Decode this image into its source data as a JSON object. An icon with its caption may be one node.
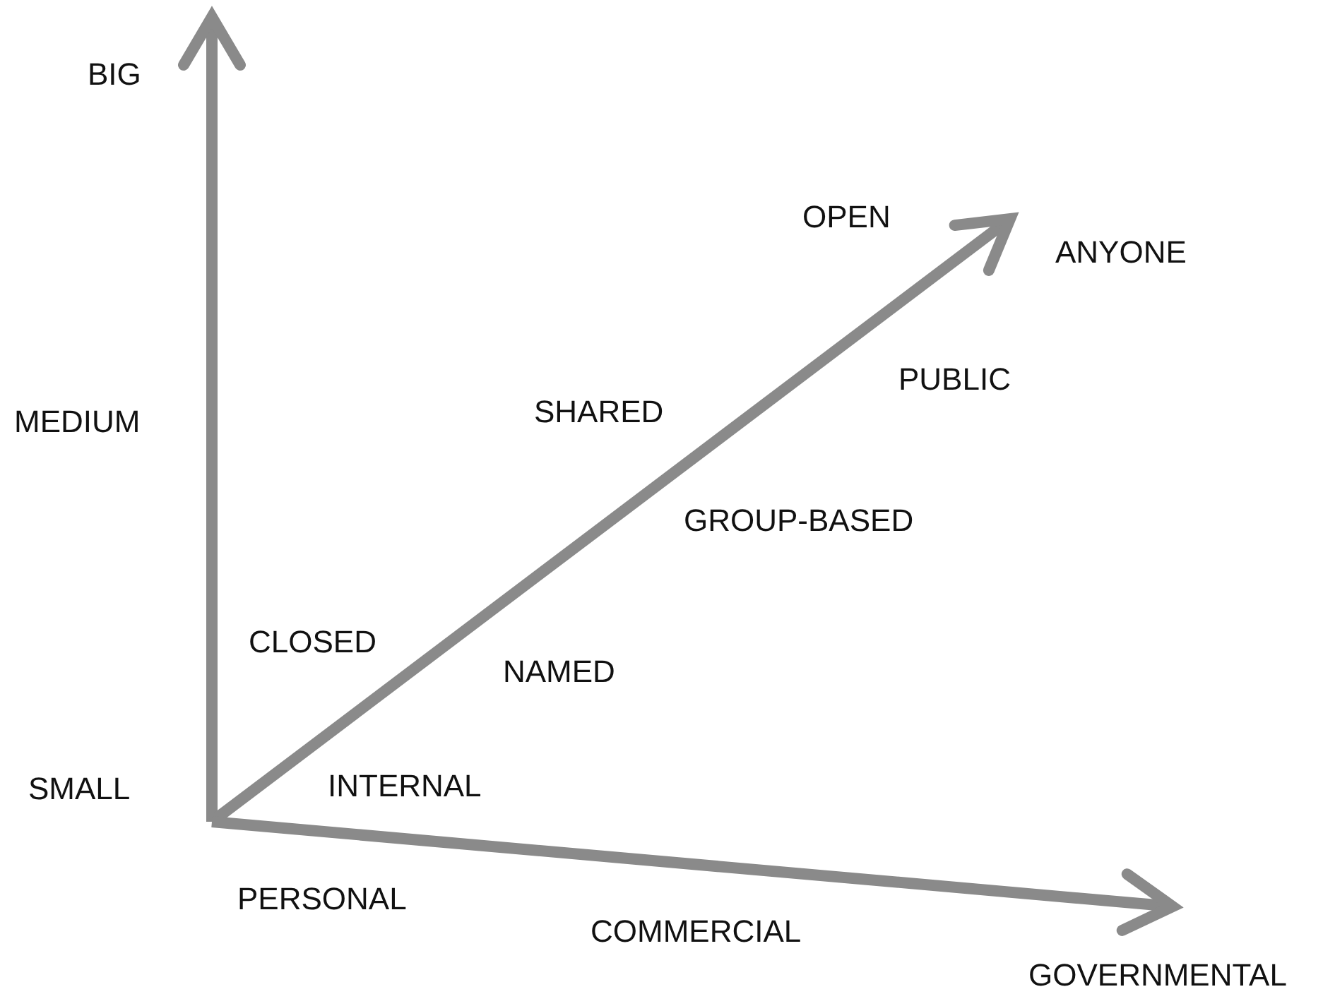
{
  "diagram": {
    "labels": [
      "BIG",
      "OPEN",
      "ANYONE",
      "PUBLIC",
      "MEDIUM",
      "SHARED",
      "GROUP-BASED",
      "CLOSED",
      "NAMED",
      "SMALL",
      "INTERNAL",
      "PERSONAL",
      "COMMERCIAL",
      "GOVERNMENTAL"
    ]
  }
}
